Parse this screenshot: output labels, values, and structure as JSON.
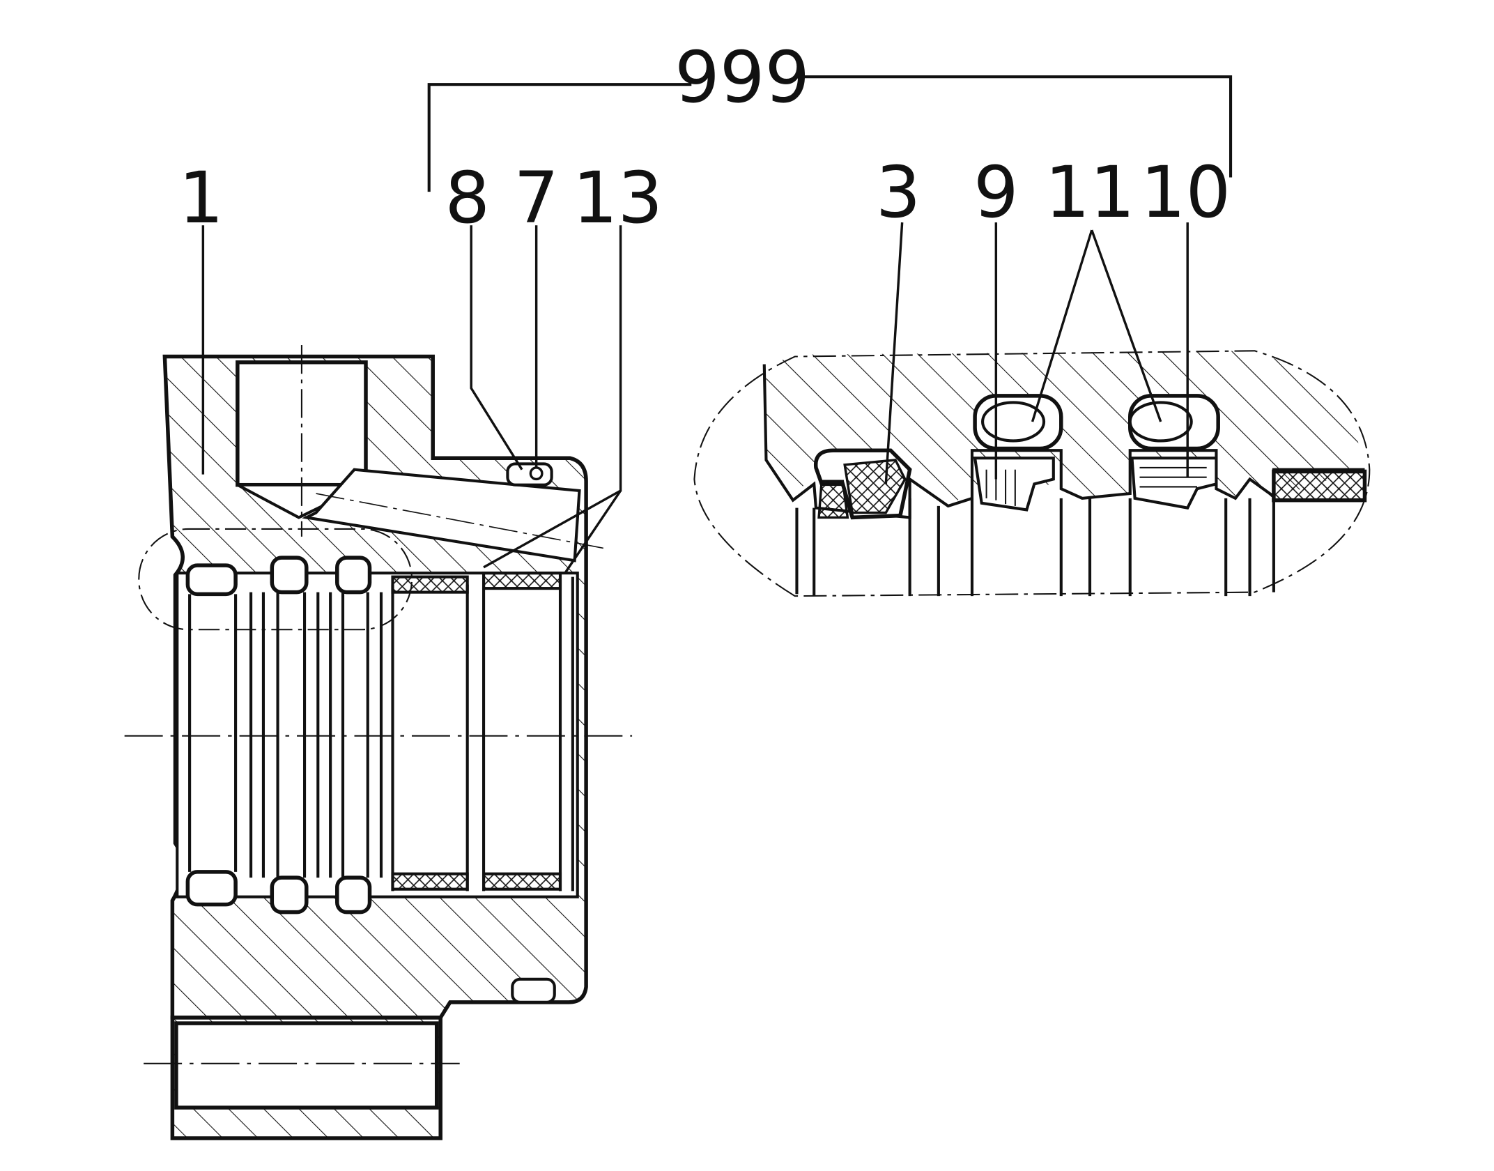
{
  "colors": {
    "ink": "#111111",
    "paper": "#ffffff"
  },
  "labels": {
    "bracket": "999",
    "housing": "1",
    "part_8": "8",
    "part_7": "7",
    "part_13": "13",
    "part_3": "3",
    "part_9": "9",
    "part_11": "11",
    "part_10": "10"
  }
}
